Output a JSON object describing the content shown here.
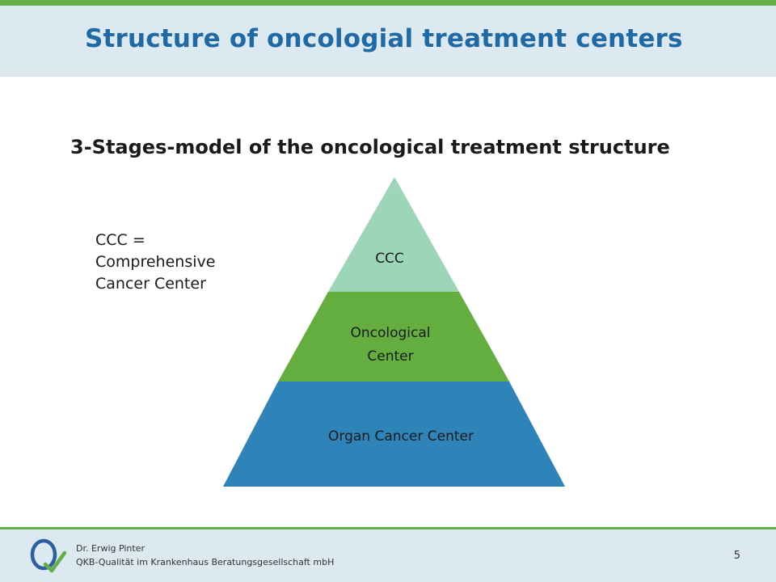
{
  "slide": {
    "title": "Structure of oncologial treatment centers",
    "subtitle": "3-Stages-model of the oncological treatment structure"
  },
  "side_note": {
    "lines": [
      "CCC =",
      "Comprehensive",
      "Cancer Center"
    ]
  },
  "pyramid": {
    "tiers": [
      {
        "lines": [
          "CCC"
        ],
        "color": "#9dd5b9"
      },
      {
        "lines": [
          "Oncological",
          "Center"
        ],
        "color": "#63ae3f"
      },
      {
        "lines": [
          "Organ Cancer Center"
        ],
        "color": "#2e83b8"
      }
    ]
  },
  "footer": {
    "name": "Dr. Erwig Pinter",
    "company": "QKB-Qualität im Krankenhaus Beratungsgesellschaft mbH",
    "page_number": "5",
    "logo_icon": "q-check-logo-icon"
  },
  "colors": {
    "title": "#1f6aa5",
    "header_band": "#dce9f1",
    "accent_line": "#62b046"
  }
}
